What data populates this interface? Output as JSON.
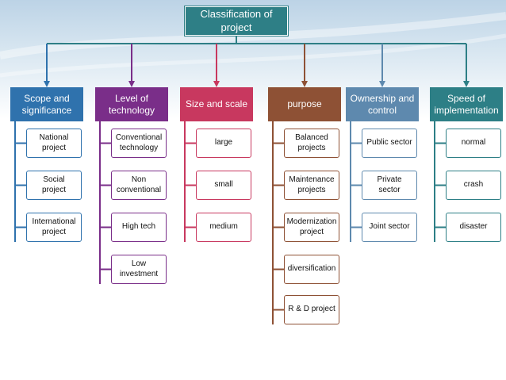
{
  "title": "Classification of project",
  "colors": {
    "root": "#2e7f86",
    "cat_blue": "#2f72ad",
    "cat_purple": "#7a2e89",
    "cat_pink": "#c8385f",
    "cat_brown": "#8e5135",
    "cat_steel": "#5e89ae",
    "cat_teal": "#2d7f86"
  },
  "categories": [
    {
      "label": "Scope and significance",
      "color": "#2f72ad",
      "items": [
        "National project",
        "Social project",
        "International project"
      ]
    },
    {
      "label": "Level of technology",
      "color": "#7a2e89",
      "items": [
        "Conventional technology",
        "Non conventional",
        "High tech",
        "Low investment"
      ]
    },
    {
      "label": "Size and scale",
      "color": "#c8385f",
      "items": [
        "large",
        "small",
        "medium"
      ]
    },
    {
      "label": "purpose",
      "color": "#8e5135",
      "items": [
        "Balanced projects",
        "Maintenance projects",
        "Modernization project",
        "diversification",
        "R & D project"
      ]
    },
    {
      "label": "Ownership and control",
      "color": "#5e89ae",
      "items": [
        "Public sector",
        "Private sector",
        "Joint sector"
      ]
    },
    {
      "label": "Speed of implementation",
      "color": "#2d7f86",
      "items": [
        "normal",
        "crash",
        "disaster"
      ]
    }
  ]
}
